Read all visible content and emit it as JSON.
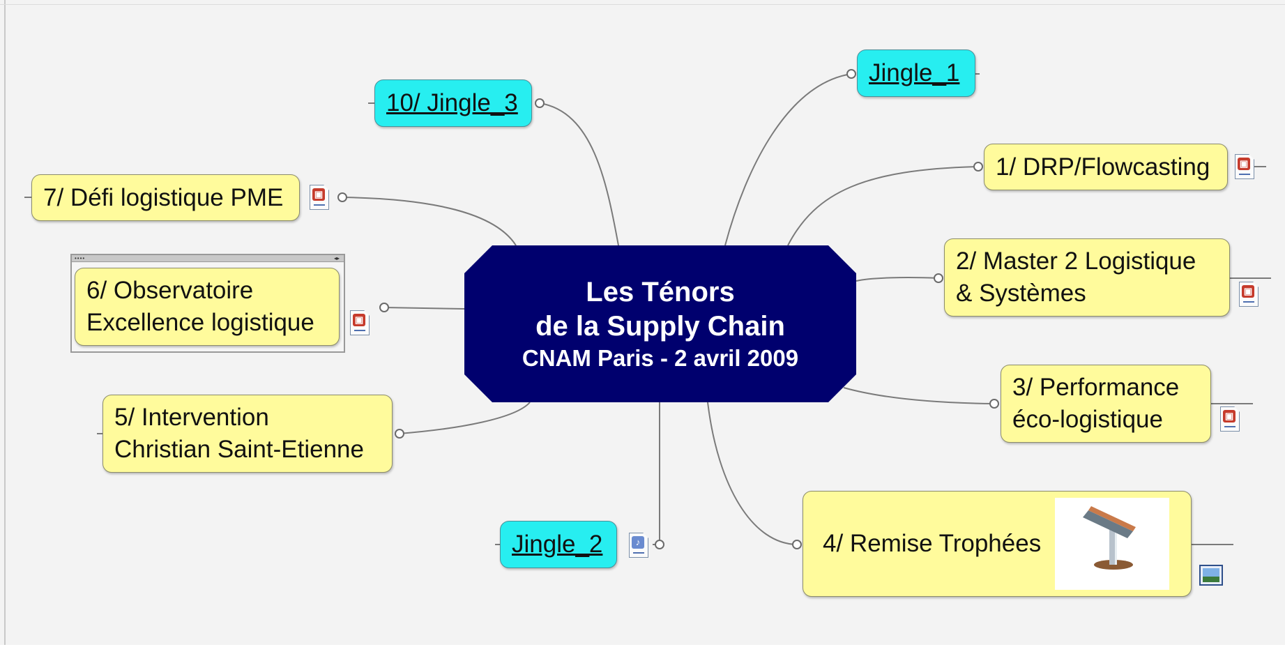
{
  "central_topic": {
    "line1": "Les Ténors",
    "line2": "de la Supply Chain",
    "line3": "CNAM Paris - 2 avril 2009"
  },
  "topics": {
    "jingle_1": "Jingle_1",
    "drp": "1/ DRP/Flowcasting",
    "master": "2/ Master 2 Logistique\n& Systèmes",
    "performance": "3/ Performance\néco-logistique",
    "remise": "4/ Remise Trophées",
    "jingle_2": "Jingle_2",
    "intervention": "5/ Intervention\nChristian Saint-Etienne",
    "observatoire": "6/ Observatoire\nExcellence logistique",
    "defi": "7/ Défi logistique PME",
    "jingle_3": "10/ Jingle_3"
  },
  "attachment_icons": {
    "document": "document-attachment-icon",
    "audio": "audio-attachment-icon",
    "image": "image-attachment-icon",
    "trophy": "trophy-image"
  },
  "colors": {
    "central": "#00006e",
    "topic_yellow": "#fffb9c",
    "topic_cyan": "#27eef0",
    "connector": "#7a7a7a"
  }
}
